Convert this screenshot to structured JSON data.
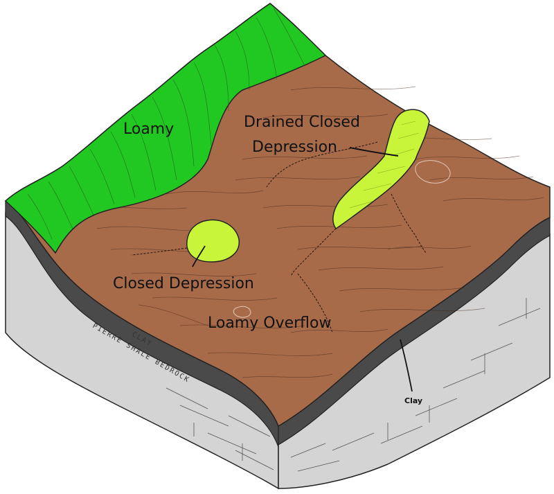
{
  "labels": {
    "loamy": "Loamy",
    "drained_line1": "Drained Closed",
    "drained_line2": "Depression",
    "closed_depression": "Closed Depression",
    "loamy_overflow": "Loamy Overflow",
    "clay_callout": "Clay",
    "edge_clay": "CLAY",
    "edge_bedrock": "PIERRE SHALE BEDROCK"
  },
  "colors": {
    "loamy_green": "#22c822",
    "depression_yellowgreen": "#c8f53a",
    "soil_brown": "#a86b4a",
    "clay_layer": "#4a4a4a",
    "bedrock": "#d4d4d4"
  }
}
